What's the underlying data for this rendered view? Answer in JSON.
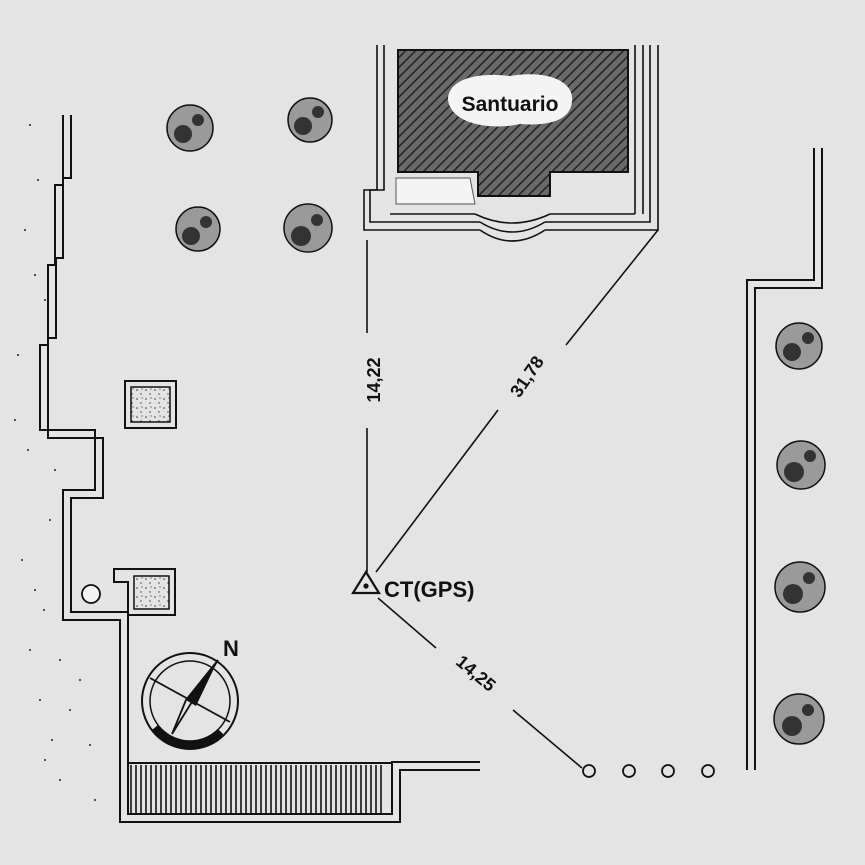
{
  "map": {
    "title": "",
    "labels": {
      "building": "Santuario",
      "control_point": "CT(GPS)",
      "north": "N"
    },
    "measurements": [
      {
        "label": "14,22",
        "from": "CT(GPS)",
        "to": "Santuario (front corner)"
      },
      {
        "label": "31,78",
        "from": "CT(GPS)",
        "to": "Santuario (terrace corner)"
      },
      {
        "label": "14,25",
        "from": "CT(GPS)",
        "to": "bollard row"
      }
    ],
    "symbols": {
      "trees": 8,
      "planters": 2,
      "bollards": 5
    },
    "colors": {
      "background": "#e4e4e4",
      "ink": "#111111",
      "building_hatch": "#333333",
      "label_blob": "#f4f4f4"
    }
  }
}
